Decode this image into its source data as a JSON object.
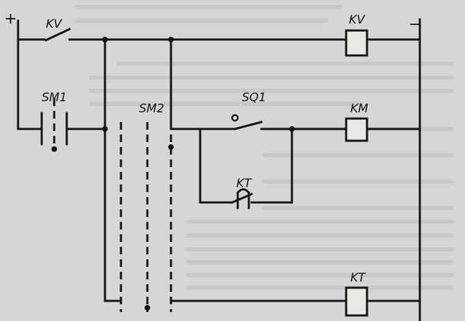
{
  "polarity": {
    "plus": "+",
    "minus": "−"
  },
  "labels": {
    "kv_contact": "KV",
    "kv_coil": "KV",
    "sm1": "SM1",
    "sm2": "SM2",
    "sq1": "SQ1",
    "km_coil": "KM",
    "kt_contact": "KT",
    "kt_coil": "KT"
  }
}
